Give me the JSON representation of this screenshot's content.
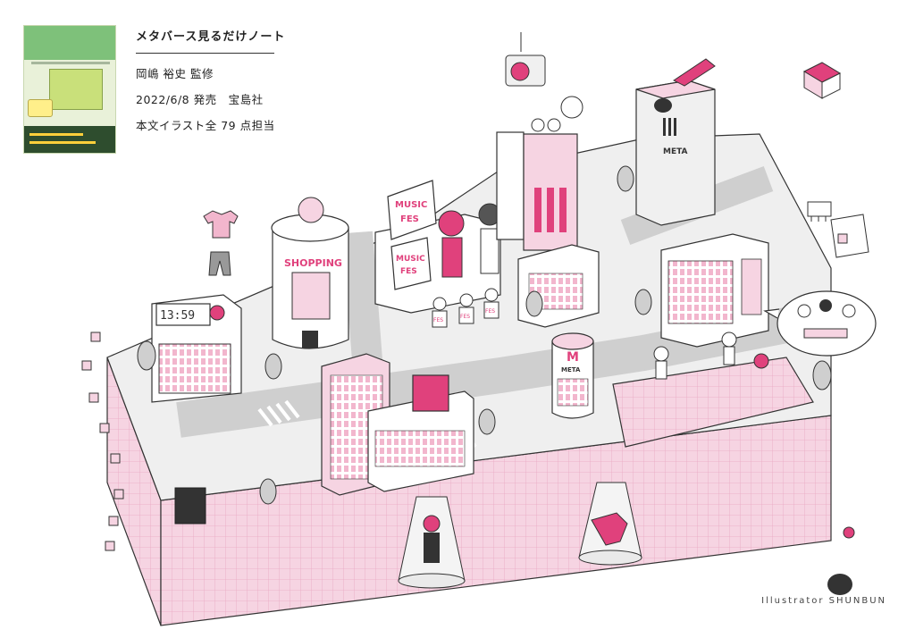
{
  "header": {
    "title": "メタバース見るだけノート",
    "supervisor": "岡嶋 裕史 監修",
    "release": "2022/6/8 発売　宝島社",
    "illustrations": "本文イラスト全 79 点担当"
  },
  "scene_labels": {
    "shopping": "SHOPPING",
    "music_fes_1": "MUSIC",
    "music_fes_2": "FES",
    "music_fes_3": "MUSIC",
    "music_fes_4": "FES",
    "clock": "13:59",
    "meta_tower": "META",
    "meta_round": "META",
    "m_logo": "M",
    "fes_shirt_1": "FES",
    "fes_shirt_2": "FES",
    "fes_shirt_3": "FES"
  },
  "credit": "Illustrator SHUNBUN",
  "colors": {
    "pink": "#e0417c",
    "light_pink": "#f6d4e2",
    "gray": "#d9d9d9",
    "dark": "#333333"
  }
}
